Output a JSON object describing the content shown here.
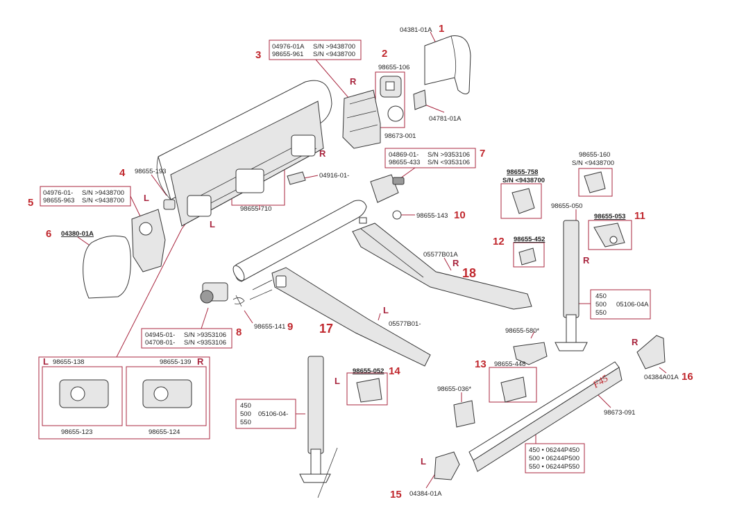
{
  "callouts": {
    "c1": {
      "num": "1",
      "code": "04381-01A"
    },
    "c2": {
      "num": "2",
      "code_a": "98655-106",
      "code_b": "98673-001"
    },
    "c2b": {
      "code": "04781-01A"
    },
    "c3": {
      "num": "3",
      "l1_code": "04976-01A",
      "l1_sn": "S/N  >9438700",
      "l2_code": "98655-961",
      "l2_sn": "S/N  <9438700"
    },
    "c4": {
      "num": "4",
      "code": "98655-193"
    },
    "c5": {
      "num": "5",
      "l1_code": "04976-01-",
      "l1_sn": "S/N  >9438700",
      "l2_code": "98655-963",
      "l2_sn": "S/N  <9438700"
    },
    "c6": {
      "num": "6",
      "code": "04380-01A"
    },
    "c_710": {
      "code": "98655-710"
    },
    "c_916": {
      "code": "04916-01-"
    },
    "c7": {
      "num": "7",
      "l1_code": "04869-01-",
      "l1_sn": "S/N  >9353106",
      "l2_code": "98655-433",
      "l2_sn": "S/N  <9353106"
    },
    "c8": {
      "num": "8",
      "l1_code": "04945-01-",
      "l1_sn": "S/N  >9353106",
      "l2_code": "04708-01-",
      "l2_sn": "S/N  <9353106"
    },
    "c9": {
      "num": "9",
      "code": "98655-141"
    },
    "c10": {
      "num": "10",
      "code": "98655-143"
    },
    "c11": {
      "num": "11",
      "code": "98655-053"
    },
    "c12": {
      "num": "12",
      "code": "98655-452"
    },
    "c13": {
      "num": "13",
      "code": "98655-448"
    },
    "c14": {
      "num": "14",
      "code": "98655-052"
    },
    "c15": {
      "num": "15",
      "code": "04384-01A"
    },
    "c16": {
      "num": "16",
      "code": "04384A01A"
    },
    "c17": {
      "num": "17",
      "code": "05577B01-"
    },
    "c18": {
      "num": "18",
      "code": "05577B01A"
    },
    "c_758": {
      "code": "98655-758",
      "sn": "S/N  <9438700"
    },
    "c_160": {
      "code": "98655-160",
      "sn": "S/N  <9438700"
    },
    "c_050": {
      "code": "98655-050"
    },
    "c_580": {
      "code": "98655-580*"
    },
    "c_036": {
      "code": "98655-036*"
    },
    "c_091": {
      "code": "98673-091"
    },
    "c_138": {
      "code": "98655-138"
    },
    "c_139": {
      "code": "98655-139"
    },
    "c_123": {
      "code": "98655-123"
    },
    "c_124": {
      "code": "98655-124"
    }
  },
  "legs_right": {
    "sizes": [
      "450",
      "500",
      "550"
    ],
    "code": "05106-04A"
  },
  "legs_left": {
    "sizes": [
      "450",
      "500",
      "550"
    ],
    "code": "05106-04-"
  },
  "front_bar": {
    "rows": [
      "450 • 06244P450",
      "500 • 06244P500",
      "550 • 06244P550"
    ]
  },
  "sides": {
    "L": "L",
    "R": "R"
  },
  "brand": {
    "text": "F45"
  },
  "colors": {
    "accent": "#c0272d",
    "lines": "#a8243d"
  }
}
